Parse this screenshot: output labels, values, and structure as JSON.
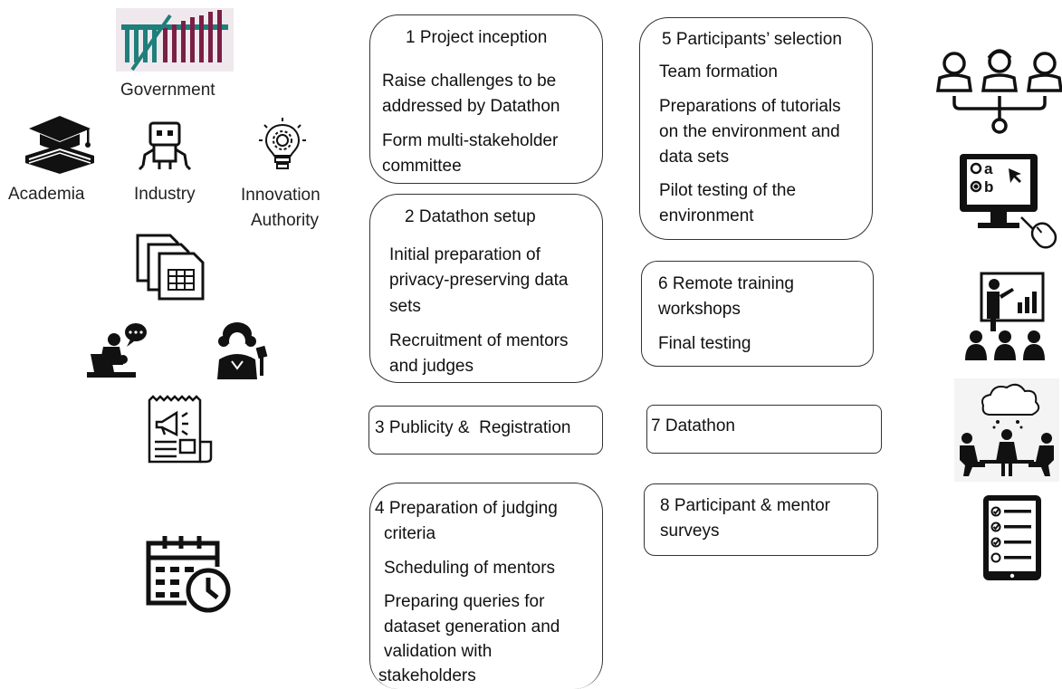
{
  "left_panel": {
    "government_label": "Government",
    "academia_label": "Academia",
    "industry_label": "Industry",
    "innovation_label_line1": "Innovation",
    "innovation_label_line2": "Authority"
  },
  "steps": {
    "s1": {
      "title": "1 Project inception",
      "lines": [
        "Raise challenges to be",
        "addressed by Datathon",
        "Form multi-stakeholder",
        "committee"
      ]
    },
    "s2": {
      "title": "2 Datathon setup",
      "lines": [
        "Initial preparation of",
        "privacy-preserving data",
        "sets",
        "Recruitment of mentors",
        "and judges"
      ]
    },
    "s3": {
      "title": "3 Publicity &  Registration"
    },
    "s4": {
      "title_line1": "4 Preparation of judging",
      "title_line2": "criteria",
      "lines": [
        "Scheduling of mentors",
        "Preparing queries for",
        "dataset generation and",
        "validation with",
        "stakeholders"
      ]
    },
    "s5": {
      "title": "5 Participants’ selection",
      "lines": [
        "Team formation",
        "Preparations of tutorials",
        "on the environment and",
        "data sets",
        "Pilot testing of the",
        "environment"
      ]
    },
    "s6": {
      "title_line1": "6 Remote training",
      "title_line2": "workshops",
      "lines": [
        "Final testing"
      ]
    },
    "s7": {
      "title": "7 Datathon"
    },
    "s8": {
      "title_line1": "8 Participant & mentor",
      "title_line2": "surveys"
    }
  },
  "right_icons": {
    "poll_option_a": "a",
    "poll_option_b": "b"
  },
  "colors": {
    "border": "#333333",
    "icon": "#111111",
    "government_logo_bg": "#efe9ee",
    "government_logo_teal": "#1f7f7a",
    "government_logo_maroon": "#7a1f45"
  }
}
